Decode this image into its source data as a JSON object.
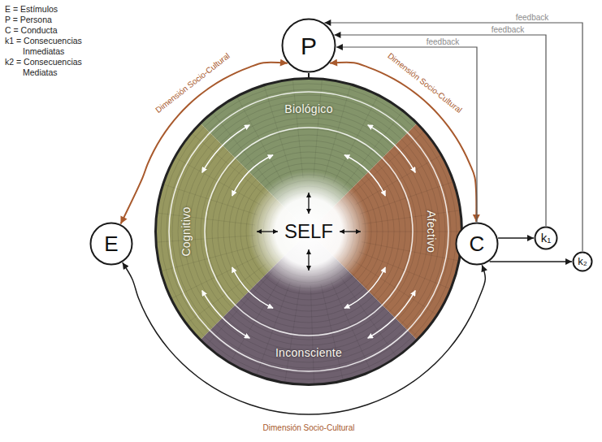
{
  "diagram": {
    "nodes": [
      {
        "text": [
          "P"
        ]
      },
      {
        "text": [
          "E"
        ]
      },
      {
        "text": [
          "Biológico",
          "Cognitivo",
          "Afectivo",
          "Inconsciente"
        ]
      },
      {
        "text": [
          "SELF"
        ],
        "in": 2
      },
      {
        "text": [
          "C"
        ]
      },
      {
        "text": [
          "k₁"
        ]
      },
      {
        "text": [
          "k₂"
        ]
      }
    ],
    "edges": [
      {
        "from": 0,
        "to": 2,
        "arrow": "none"
      },
      {
        "from": 1,
        "to": 0,
        "arrow": "both",
        "label": "Dimensión Socio-Cultural"
      },
      {
        "from": 0,
        "to": 4,
        "arrow": "both",
        "label": "Dimensión Socio-Cultural"
      },
      {
        "from": 1,
        "to": 4,
        "arrow": "both",
        "label": "Dimensión Socio-Cultural"
      },
      {
        "from": 4,
        "to": 5,
        "arrow": "to"
      },
      {
        "from": 4,
        "to": 6,
        "arrow": "to"
      },
      {
        "from": 4,
        "to": 0,
        "arrow": "to",
        "label": "feedback"
      },
      {
        "from": 5,
        "to": 0,
        "arrow": "to",
        "label": "feedback"
      },
      {
        "from": 6,
        "to": 0,
        "arrow": "to",
        "label": "feedback"
      }
    ],
    "labels": [
      "E = Estímulos",
      "P = Persona",
      "C = Conducta",
      "k1 = Consecuencias Inmediatas",
      "k2 = Consecuencias Mediatas"
    ]
  }
}
